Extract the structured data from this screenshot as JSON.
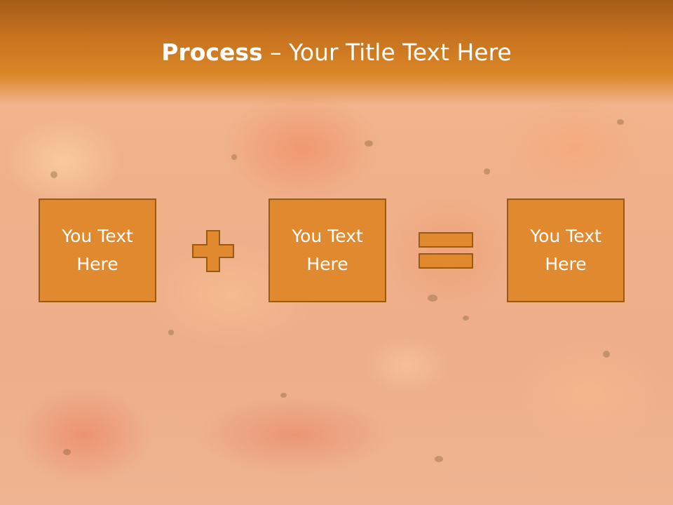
{
  "slide": {
    "title_bold": "Process",
    "title_rest": " – Your Title Text Here"
  },
  "process": {
    "boxes": [
      {
        "label": "You Text Here"
      },
      {
        "label": "You Text Here"
      },
      {
        "label": "You Text Here"
      }
    ],
    "operators": [
      "plus-icon",
      "equals-icon"
    ]
  },
  "colors": {
    "accent": "#e0892f",
    "accent_border": "#9b5a14",
    "title_bar": "#c8731f",
    "text": "#ffffff"
  }
}
